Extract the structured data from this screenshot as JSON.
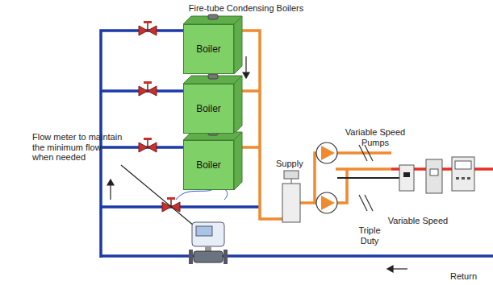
{
  "diagram": {
    "nodes": [
      {
        "text": [
          "Boiler"
        ]
      },
      {
        "text": [
          "Boiler"
        ]
      },
      {
        "text": [
          "Boiler"
        ]
      }
    ],
    "labels": [
      "Fire-tube Condensing Boilers",
      "Flow meter to maintain the minimum flow when needed",
      "Supply",
      "Variable Speed Pumps",
      "Triple Duty",
      "Variable Speed",
      "Return"
    ]
  }
}
